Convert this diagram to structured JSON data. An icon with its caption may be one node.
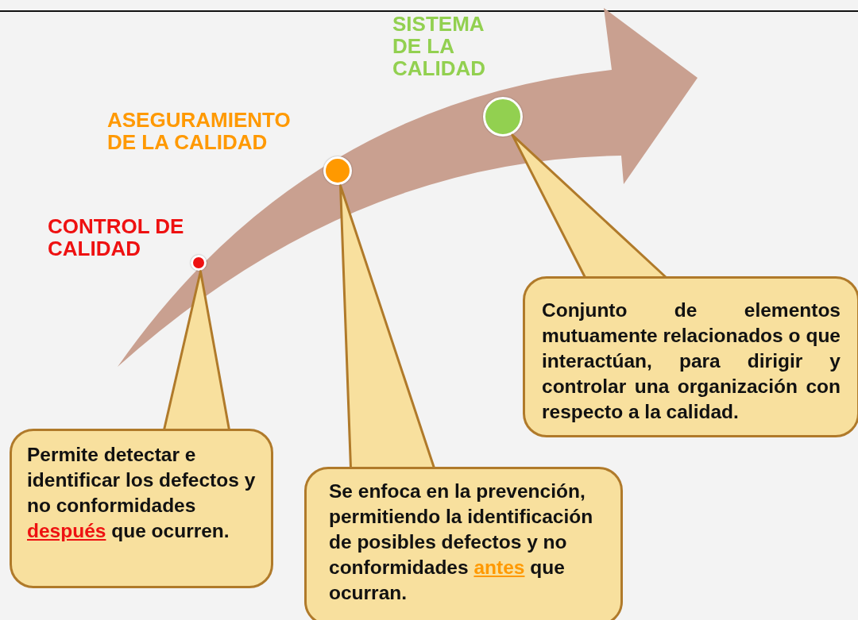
{
  "diagram": {
    "nodes": [
      {
        "text": [],
        "shape": "arrow"
      },
      {
        "text": [],
        "shape": "circle",
        "in": 0,
        "beside": [
          "CONTROL DE CALIDAD"
        ]
      },
      {
        "text": [],
        "shape": "circle",
        "in": 0,
        "beside": [
          "ASEGURAMIENTO DE LA CALIDAD"
        ]
      },
      {
        "text": [],
        "shape": "circle",
        "in": 0,
        "beside": [
          "SISTEMA DE LA CALIDAD"
        ]
      },
      {
        "text": [
          "Conjunto de elementos mutuamente relacionados o que interactúan, para dirigir y controlar una organización con respecto a la calidad."
        ]
      },
      {
        "text": [
          "Permite detectar e identificar los defectos y no conformidades **después**  que ocurren."
        ]
      },
      {
        "text": [
          "Se enfoca en la prevención, permitiendo la identificación de posibles  defectos y no conformidades **antes**  que ocurran."
        ]
      }
    ],
    "edges": [
      {
        "from": 4,
        "to": 3,
        "arrow": "none"
      },
      {
        "from": 5,
        "to": 1,
        "arrow": "none"
      },
      {
        "from": 6,
        "to": 2,
        "arrow": "none"
      }
    ]
  }
}
